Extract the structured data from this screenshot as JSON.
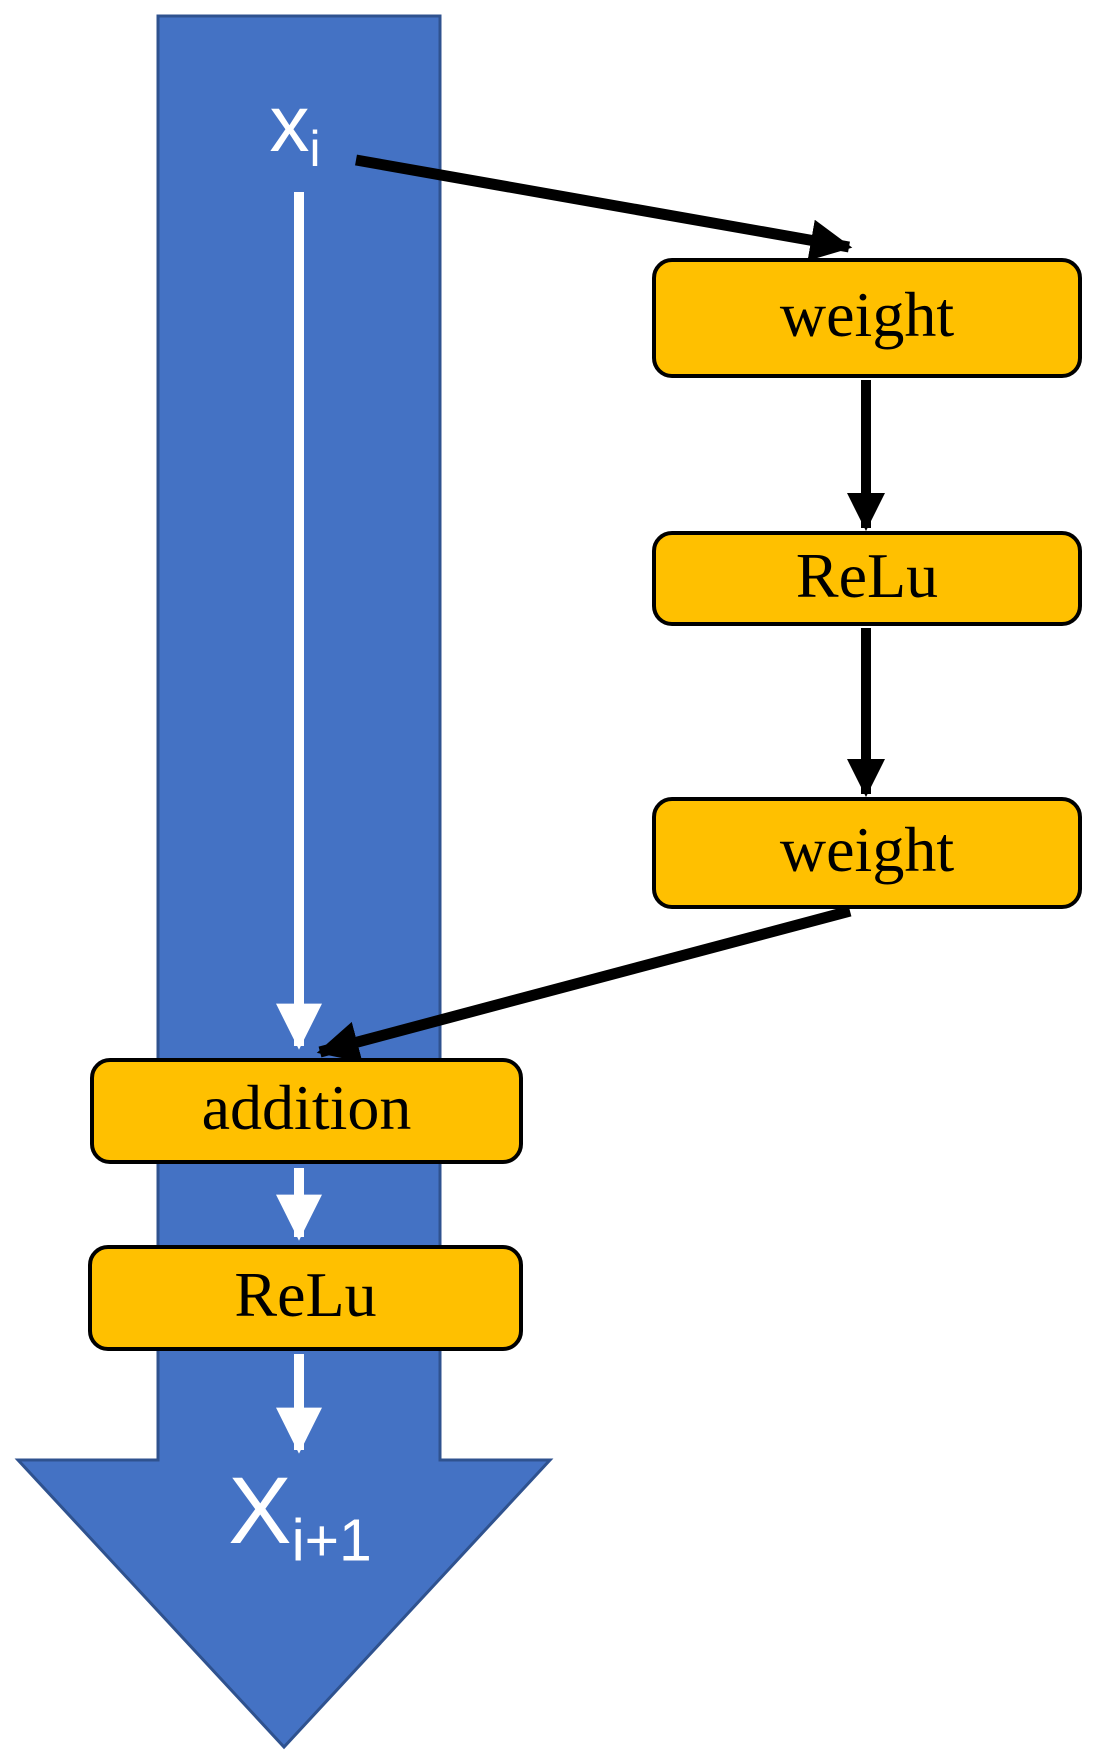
{
  "diagram": {
    "title": "residual-block",
    "labels": {
      "input": {
        "base": "x",
        "subscript": "i"
      },
      "output": {
        "base": "X",
        "subscript": "i+1"
      }
    },
    "residual_branch": {
      "boxes": [
        {
          "label": "weight"
        },
        {
          "label": "ReLu"
        },
        {
          "label": "weight"
        }
      ]
    },
    "main_path": {
      "boxes": [
        {
          "label": "addition"
        },
        {
          "label": "ReLu"
        }
      ]
    },
    "colors": {
      "skip_arrow_fill": "#4472C4",
      "skip_arrow_border": "#2F528F",
      "box_fill": "#FFC000",
      "box_border": "#000000",
      "flow_arrow": "#FFFFFF",
      "branch_arrow": "#000000",
      "background": "#FFFFFF"
    }
  }
}
